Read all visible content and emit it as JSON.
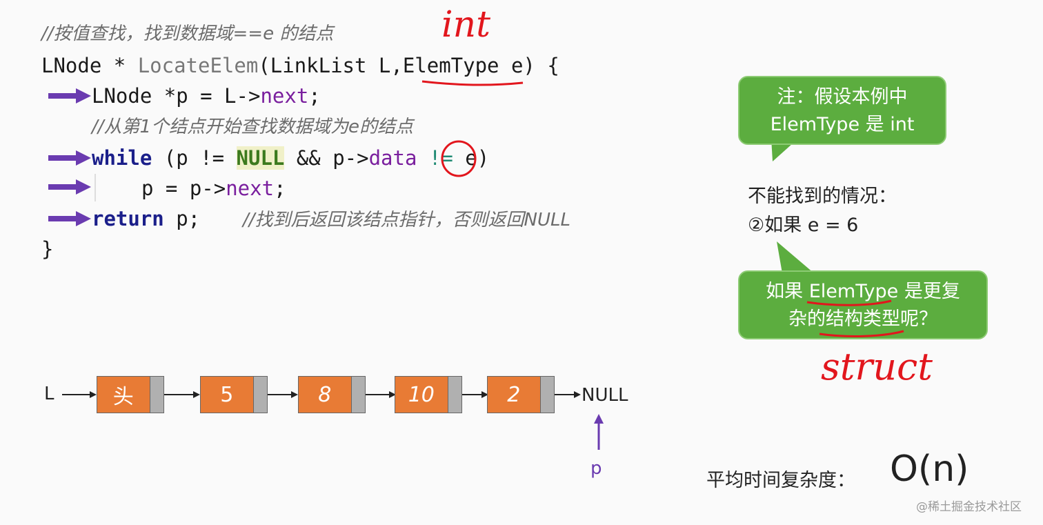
{
  "code": {
    "line1": "//按值查找，找到数据域==e 的结点",
    "line2_type": "LNode",
    "line2_star": " * ",
    "line2_func": "LocateElem",
    "line2_open": "(LinkList L,",
    "line2_param": "ElemType",
    "line2_close": " e) {",
    "line3": "LNode *p = L->",
    "line3_field": "next",
    "line3_end": ";",
    "line4": "//从第1个结点开始查找数据域为e的结点",
    "line5_kw": "while",
    "line5_a": " (p != ",
    "line5_null": "NULL",
    "line5_b": " && p->",
    "line5_field": "data",
    "line5_op": "!=",
    "line5_c": " e)",
    "line6": "p = p->",
    "line6_field": "next",
    "line6_end": ";",
    "line7_kw": "return",
    "line7_a": " p;",
    "line7_cmt": "//找到后返回该结点指针，否则返回NULL",
    "line8": "}"
  },
  "handwriting": {
    "int": "int",
    "struct": "struct"
  },
  "bubbles": {
    "note_line1": "注：假设本例中",
    "note_line2": "ElemType 是 int",
    "question_pre": "如果 ",
    "question_type": "ElemType",
    "question_post": " 是更复",
    "question_line2a": "杂的",
    "question_line2b": "结构类型",
    "question_line2c": "呢？"
  },
  "notes": {
    "cannot_find": "不能找到的情况：",
    "case2": "②如果 e = 6",
    "complexity_label": "平均时间复杂度：",
    "complexity_value": "O(n)"
  },
  "list": {
    "head_label": "L",
    "nodes": [
      "头",
      "5",
      "8",
      "10",
      "2"
    ],
    "null_label": "NULL",
    "pointer_label": "p"
  },
  "watermark": "@稀土掘金技术社区",
  "colors": {
    "node_fill": "#e87b35",
    "bubble_fill": "#5cad3f",
    "arrow": "#6a3bb0",
    "handwriting": "#e2161d"
  }
}
